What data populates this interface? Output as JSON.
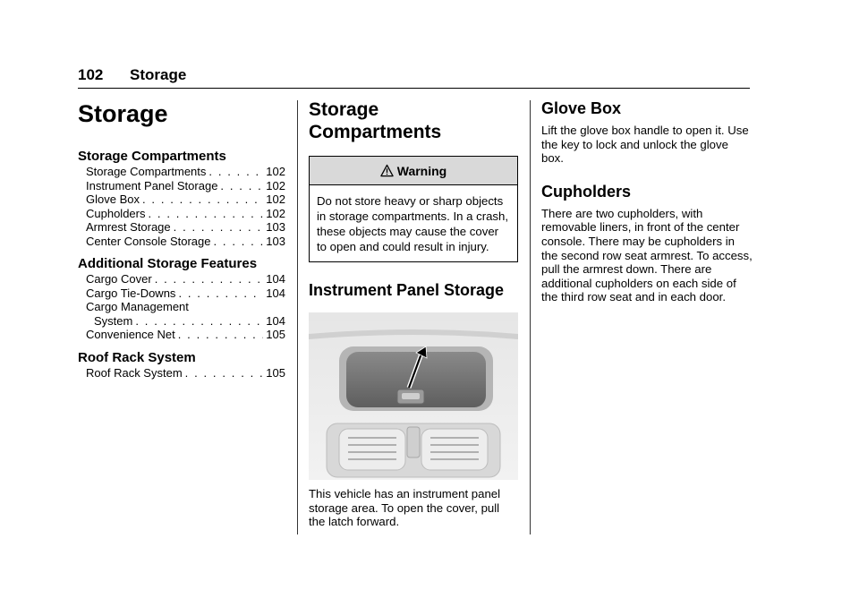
{
  "header": {
    "page_number": "102",
    "section": "Storage"
  },
  "toc": {
    "title": "Storage",
    "groups": [
      {
        "title": "Storage Compartments",
        "entries": [
          {
            "label": "Storage Compartments",
            "page": "102"
          },
          {
            "label": "Instrument Panel Storage",
            "page": "102"
          },
          {
            "label": "Glove Box",
            "page": "102"
          },
          {
            "label": "Cupholders",
            "page": "102"
          },
          {
            "label": "Armrest Storage",
            "page": "103"
          },
          {
            "label": "Center Console Storage",
            "page": "103"
          }
        ]
      },
      {
        "title": "Additional Storage Features",
        "entries": [
          {
            "label": "Cargo Cover",
            "page": "104"
          },
          {
            "label": "Cargo Tie-Downs",
            "page": "104"
          },
          {
            "label": "Cargo Management",
            "label_cont": "System",
            "page": "104"
          },
          {
            "label": "Convenience Net",
            "page": "105"
          }
        ]
      },
      {
        "title": "Roof Rack System",
        "entries": [
          {
            "label": "Roof Rack System",
            "page": "105"
          }
        ]
      }
    ]
  },
  "storage_compartments": {
    "title_line1": "Storage",
    "title_line2": "Compartments",
    "warning": {
      "label": "Warning",
      "text": "Do not store heavy or sharp objects in storage compartments. In a crash, these objects may cause the cover to open and could result in injury."
    }
  },
  "instrument_panel": {
    "title": "Instrument Panel Storage",
    "text": "This vehicle has an instrument panel storage area. To open the cover, pull the latch forward."
  },
  "glove_box": {
    "title": "Glove Box",
    "text": "Lift the glove box handle to open it. Use the key to lock and unlock the glove box."
  },
  "cupholders": {
    "title": "Cupholders",
    "text": "There are two cupholders, with removable liners, in front of the center console. There may be cupholders in the second row seat armrest. To access, pull the armrest down. There are additional cupholders on each side of the third row seat and in each door."
  },
  "icons": {
    "warning": "warning-triangle-icon"
  }
}
